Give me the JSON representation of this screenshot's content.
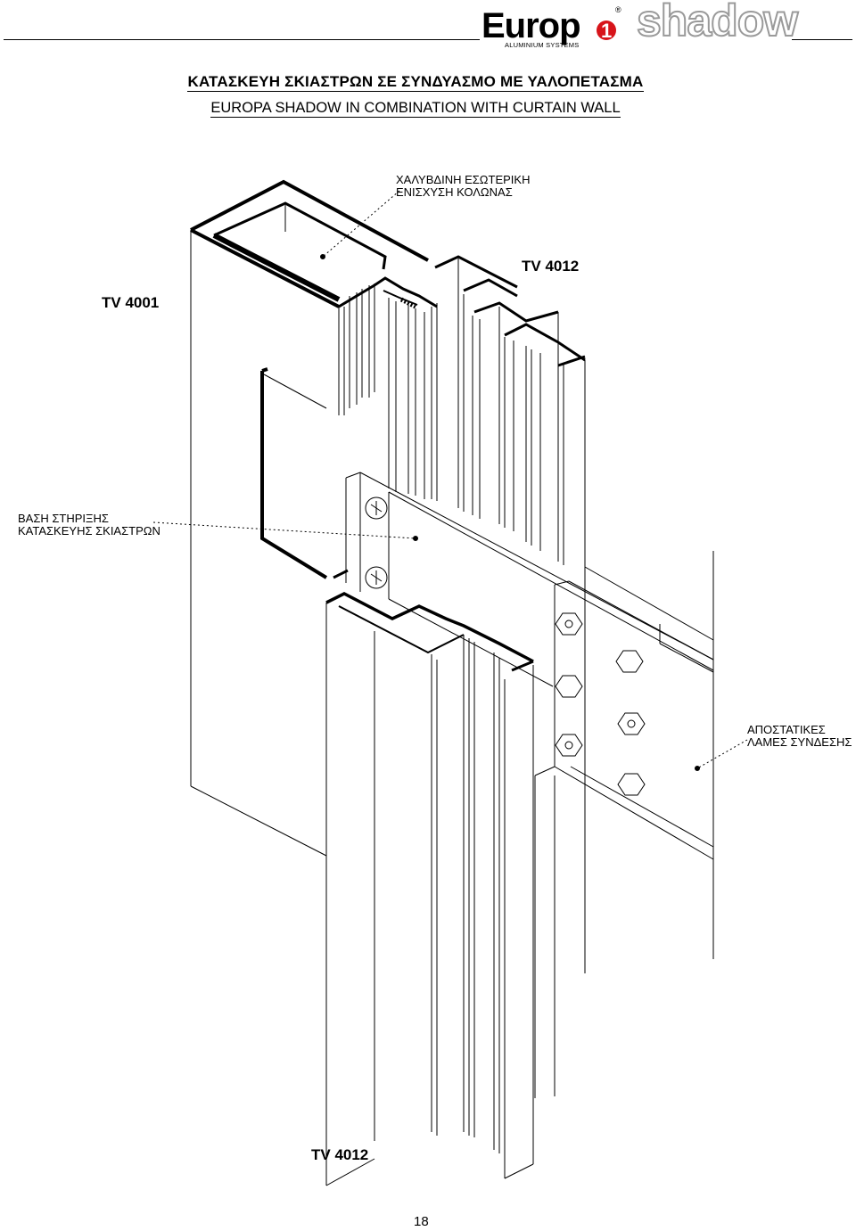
{
  "header": {
    "logo_main": "Europa",
    "logo_registered": "®",
    "logo_sub": "ALUMINIUM SYSTEMS",
    "logo_series": "shadow"
  },
  "titles": {
    "greek": "ΚΑΤΑΣΚΕΥΗ ΣΚΙΑΣΤΡΩΝ ΣΕ ΣΥΝΔΥΑΣΜΟ ΜΕ ΥΑΛΟΠΕΤΑΣΜΑ",
    "english": "EUROPA SHADOW IN COMBINATION WITH CURTAIN WALL"
  },
  "callouts": {
    "steel_reinforcement": [
      "ΧΑΛΥΒΔΙΝΗ ΕΣΩΤΕΡΙΚΗ",
      "ΕΝΙΣΧΥΣΗ ΚΟΛΩΝΑΣ"
    ],
    "support_base": [
      "ΒΑΣΗ ΣΤΗΡΙΞΗΣ",
      "ΚΑΤΑΣΚΕΥΗΣ ΣΚΙΑΣΤΡΩΝ"
    ],
    "spacer_plates": [
      "ΑΠΟΣΤΑΤΙΚΕΣ",
      "ΛΑΜΕΣ ΣΥΝΔΕΣΗΣ"
    ]
  },
  "profile_codes": {
    "left": "TV 4001",
    "top_right": "TV 4012",
    "bottom": "TV 4012"
  },
  "page_number": "18",
  "colors": {
    "logo_black": "#000000",
    "logo_red": "#d7141a",
    "logo_gray": "#9a9a9a"
  }
}
